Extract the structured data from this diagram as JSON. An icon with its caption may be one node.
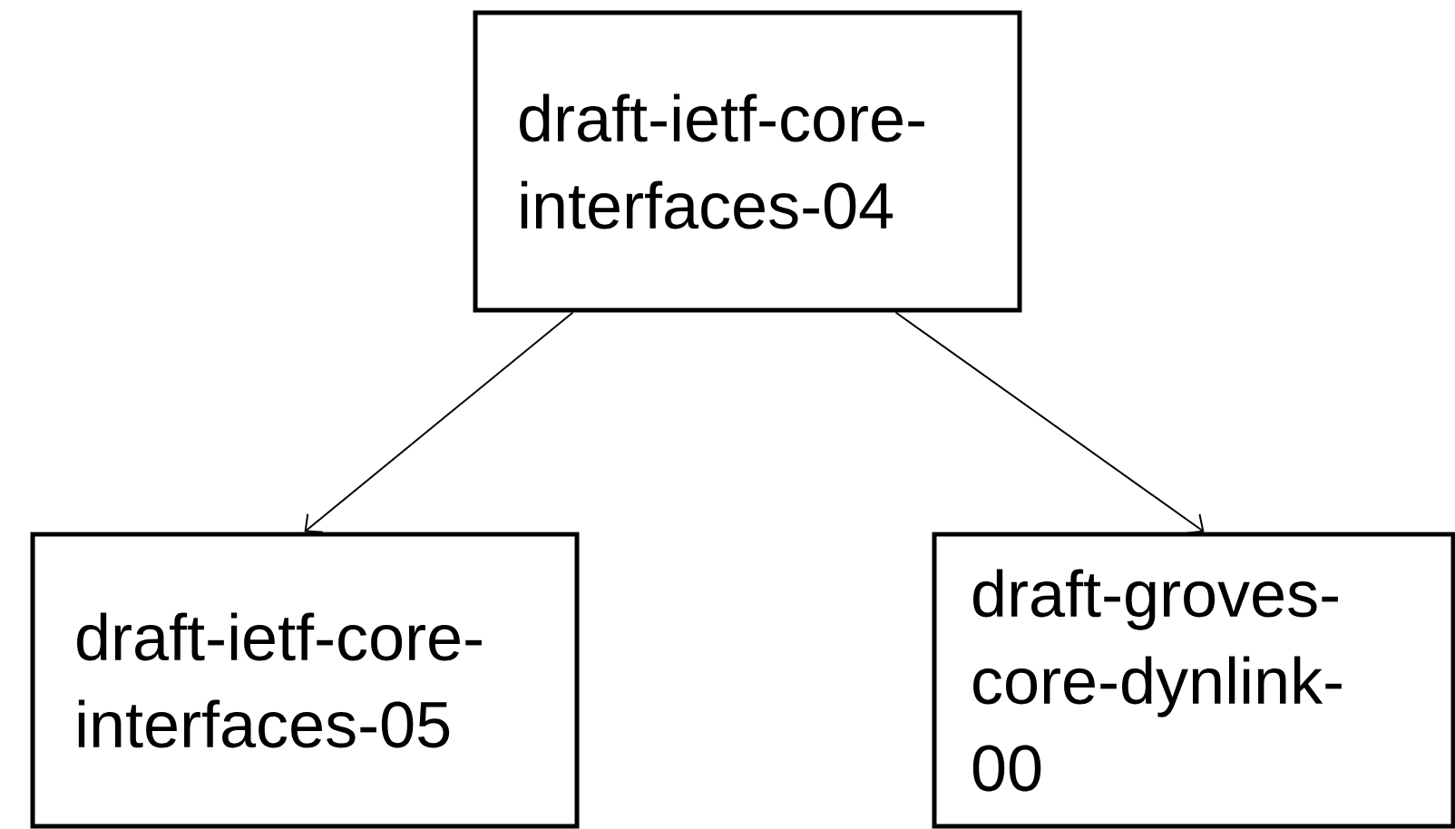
{
  "diagram": {
    "nodes": [
      {
        "text": [
          "draft-ietf-core-interfaces-04"
        ]
      },
      {
        "text": [
          "draft-ietf-core-interfaces-05"
        ]
      },
      {
        "text": [
          "draft-groves-core-dynlink-00"
        ]
      }
    ],
    "edges": [
      {
        "from": 0,
        "to": 1,
        "arrow": "to"
      },
      {
        "from": 0,
        "to": 2,
        "arrow": "to"
      }
    ]
  }
}
